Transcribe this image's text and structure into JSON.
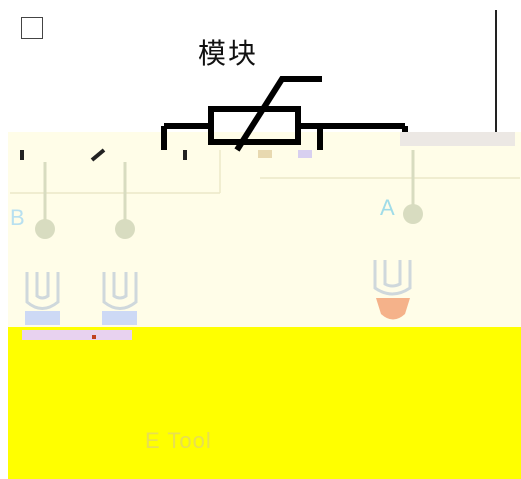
{
  "header": {
    "title": "模块"
  },
  "terminals": {
    "left_label": "B",
    "right_label": "A"
  },
  "footer": {
    "label": "E  Tool"
  },
  "colors": {
    "panel_bg": "#fffde8",
    "yellow_area": "#ffff00",
    "pad_blue": "#cdd9f5",
    "pad_orange": "#f5b28a",
    "terminal_line": "#cfd8c0",
    "schematic_stroke": "#000000"
  },
  "icons": [
    "checkbox-icon",
    "thermistor-symbol",
    "terminal-pin-icon"
  ]
}
